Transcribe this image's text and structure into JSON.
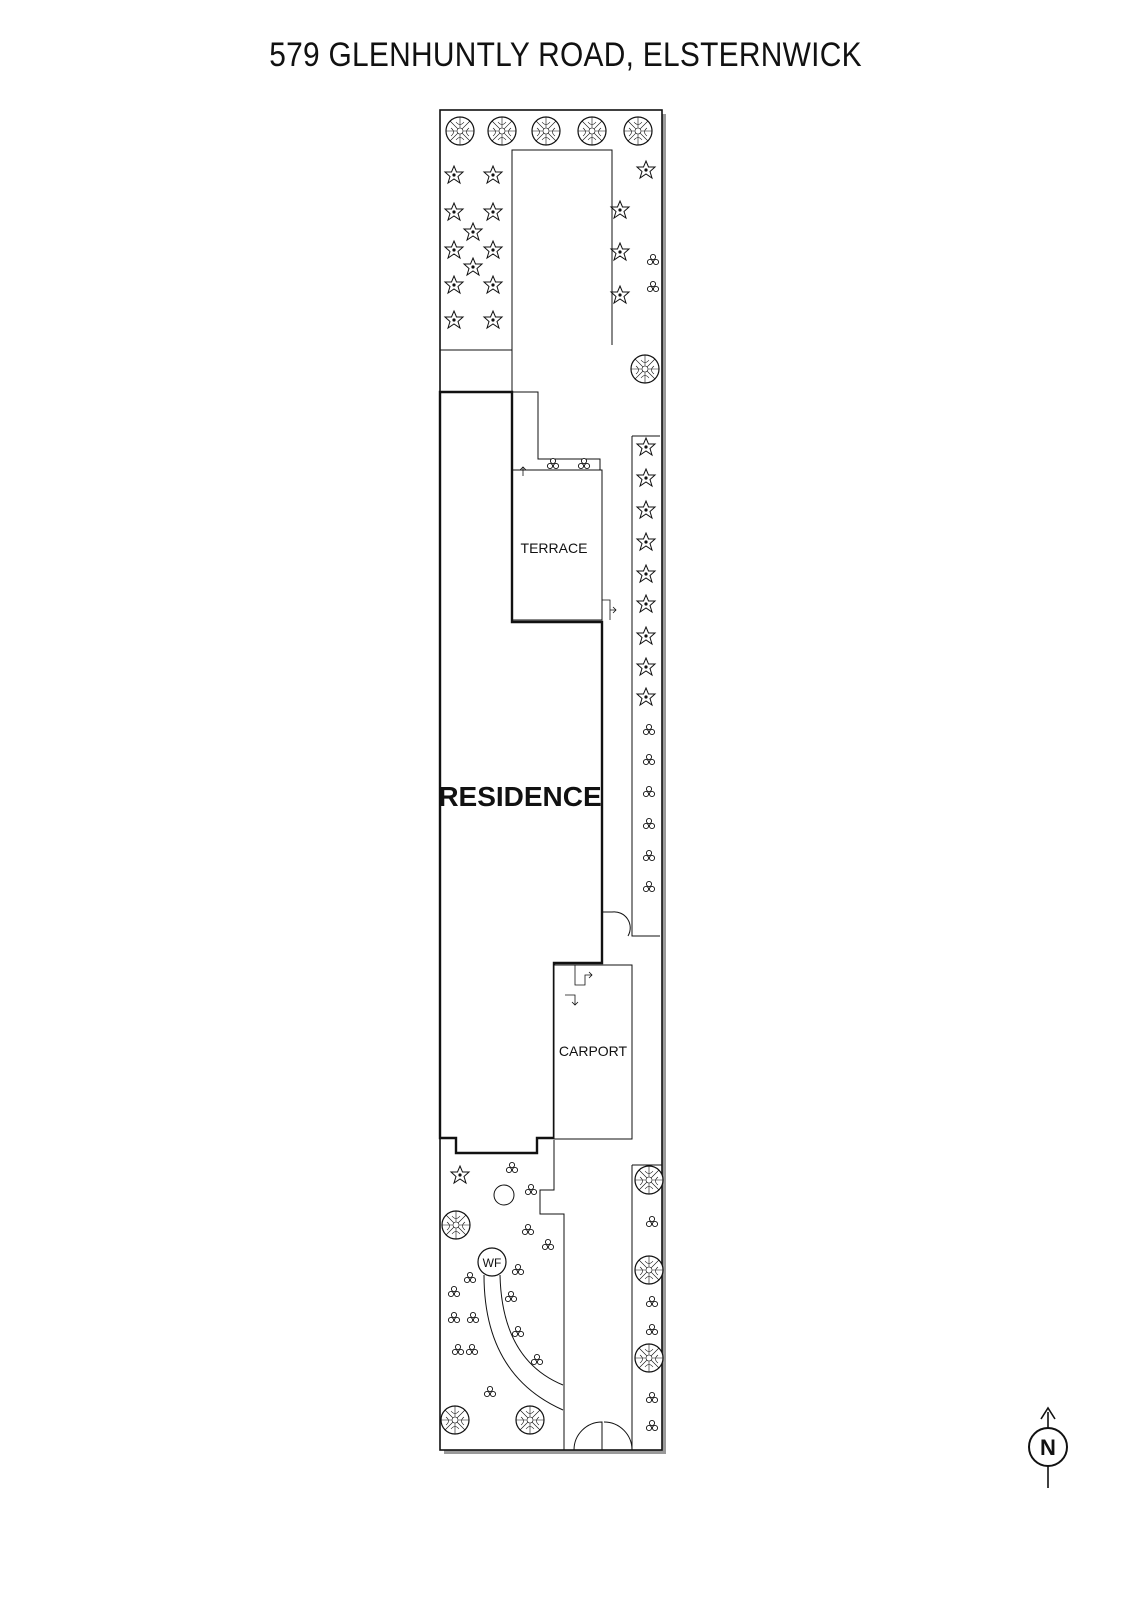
{
  "title": "579 GLENHUNTLY ROAD, ELSTERNWICK",
  "labels": {
    "terrace": "TERRACE",
    "residence": "RESIDENCE",
    "carport": "CARPORT",
    "water_feature": "WF"
  },
  "compass": {
    "letter": "N",
    "icon": "north-arrow-icon"
  },
  "colors": {
    "line": "#111111",
    "shadow": "#9a9a9a",
    "background": "#ffffff"
  }
}
